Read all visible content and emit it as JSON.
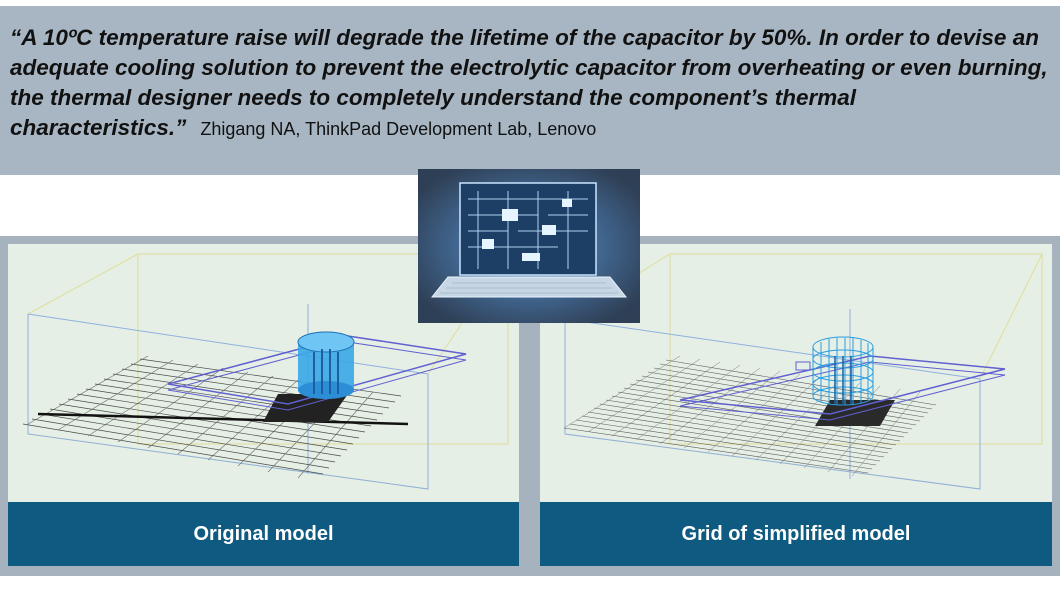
{
  "quote": {
    "text": "“A 10ºC temperature raise will degrade the lifetime of the capacitor by 50%. In order to devise an adequate cooling solution to prevent the electrolytic capacitor from overheating or even burning, the thermal designer needs to completely understand the component’s thermal characteristics.”",
    "attribution": "Zhigang NA, ThinkPad Development Lab, Lenovo"
  },
  "panels": {
    "left": {
      "caption": "Original model"
    },
    "right": {
      "caption": "Grid of simplified model"
    }
  },
  "colors": {
    "quote_background": "#a8b6c3",
    "caption_background": "#0f5a80",
    "panel_background": "#e6efe5",
    "capacitor": "#37a7e6"
  }
}
